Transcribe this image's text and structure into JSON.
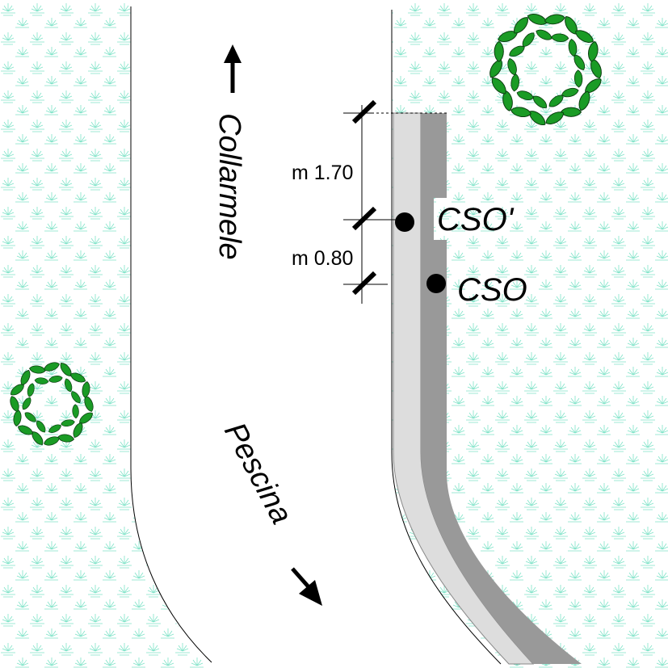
{
  "road": {
    "direction_north": "Collarmele",
    "direction_south": "Pescina"
  },
  "points": [
    {
      "id": "cso_prime",
      "label": "CSO'"
    },
    {
      "id": "cso",
      "label": "CSO"
    }
  ],
  "dimensions": [
    {
      "id": "dim_upper",
      "label": "m 1.70"
    },
    {
      "id": "dim_lower",
      "label": "m 0.80"
    }
  ],
  "colors": {
    "verge": "#dddddd",
    "lane": "#999999",
    "grass": "#7fe3c8",
    "shrub_fill": "#1a9b25",
    "shrub_stroke": "#0b3d10"
  }
}
